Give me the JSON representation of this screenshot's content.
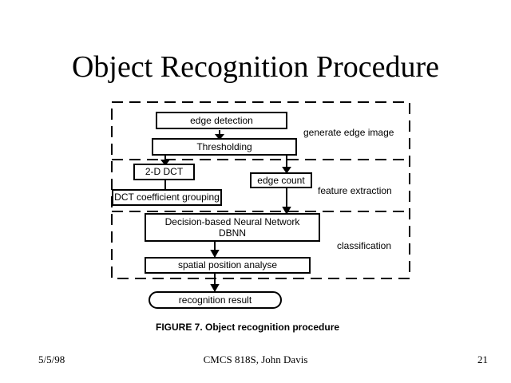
{
  "slide": {
    "title": "Object Recognition Procedure",
    "footer": {
      "date": "5/5/98",
      "course": "CMCS 818S, John Davis",
      "page": "21"
    }
  },
  "figure": {
    "boxes": {
      "edge_detection": "edge detection",
      "thresholding": "Thresholding",
      "dct_2d": "2-D DCT",
      "edge_count": "edge count",
      "dct_grouping": "DCT coefficient grouping",
      "dbnn_line1": "Decision-based Neural Network",
      "dbnn_line2": "DBNN",
      "spatial": "spatial position analyse",
      "result": "recognition result"
    },
    "stages": {
      "generate": "generate edge image",
      "feature": "feature extraction",
      "classification": "classification"
    },
    "caption": "FIGURE 7. Object recognition procedure"
  }
}
